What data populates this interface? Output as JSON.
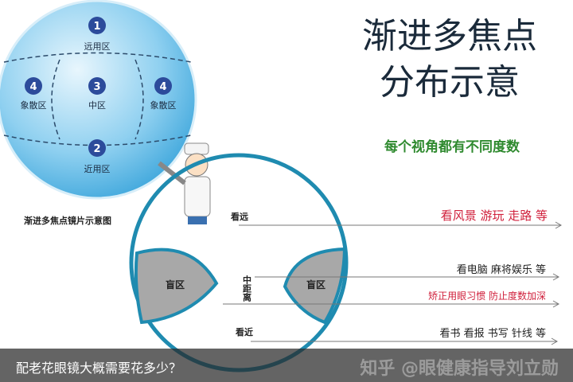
{
  "title_line1": "渐进多焦点",
  "title_line2": "分布示意",
  "subtitle": "每个视角都有不同度数",
  "lens_caption": "渐进多焦点镜片示意图",
  "zones": {
    "far": {
      "num": "1",
      "label": "远用区"
    },
    "middle": {
      "num": "3",
      "label": "中区"
    },
    "left": {
      "num": "4",
      "label": "象散区"
    },
    "right": {
      "num": "4",
      "label": "象散区"
    },
    "near": {
      "num": "2",
      "label": "近用区"
    }
  },
  "blind_zone": "盲区",
  "rows": {
    "far_label": "看远",
    "far_text": "看风景  游玩  走路  等",
    "mid_label": "中距离",
    "mid_text": "看电脑  麻将娱乐  等",
    "mid_text2": "矫正用眼习惯  防止度数加深",
    "near_label": "看近",
    "near_text": "看书  看报  书写  针线  等"
  },
  "colors": {
    "sphere": "#6fc3ec",
    "ring": "#1f8bb0",
    "blind": "#a8a8a8",
    "red": "#d0203c",
    "green": "#2f8a2f"
  },
  "caption": "配老花眼镜大概需要花多少？",
  "watermark": "知乎 @眼健康指导刘立勋"
}
